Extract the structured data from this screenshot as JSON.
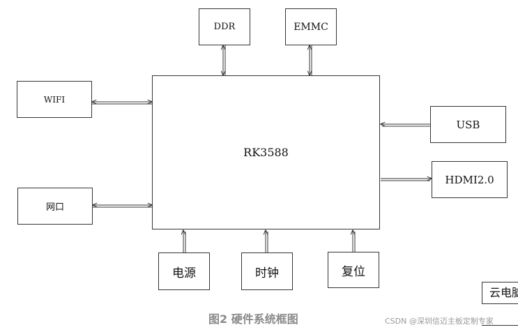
{
  "diagram": {
    "cpu": "RK3588",
    "ddr": "DDR",
    "emmc": "EMMC",
    "wifi": "WIFI",
    "ethernet": "网口",
    "usb": "USB",
    "hdmi": "HDMI2.0",
    "power": "电源",
    "clock": "时钟",
    "reset": "复位"
  },
  "caption": "图2 硬件系统框图",
  "watermark": "CSDN @深圳信迈主板定制专家",
  "fragment_text": "云电脑"
}
